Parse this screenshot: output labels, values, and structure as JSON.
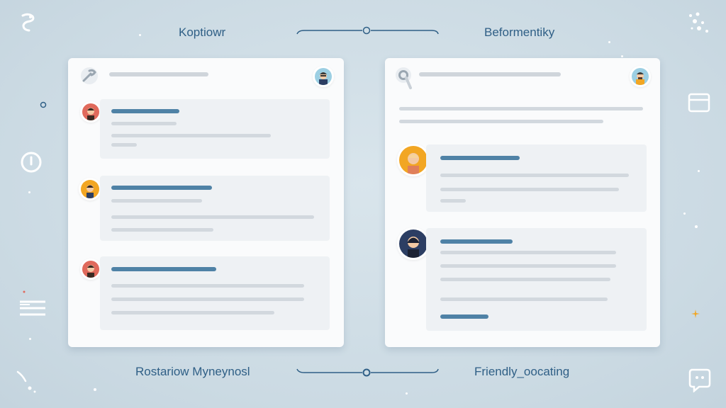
{
  "headings": {
    "top_left": "Koptiowr",
    "top_right": "Beformentiky",
    "bottom_left": "Rostariow Myneynosl",
    "bottom_right": "Friendly_oocating"
  },
  "icons": {
    "top_left_logo": "swirl-logo-icon",
    "left_circle": "small-circle-icon",
    "left_power": "power-icon",
    "left_menu": "menu-lines-icon",
    "left_bottom": "sparkle-trail-icon",
    "right_top": "dots-cluster-icon",
    "right_window": "browser-window-icon",
    "right_bottom": "chat-robot-icon",
    "left_panel_toolbar": "wrench-icon",
    "right_panel_toolbar": "search-icon"
  },
  "colors": {
    "accent": "#4f82a6",
    "heading": "#2f5f86",
    "background": "#cfdde6",
    "avatar_red": "#e06a5c",
    "avatar_orange": "#f2a623",
    "avatar_navy": "#2c3e63"
  }
}
